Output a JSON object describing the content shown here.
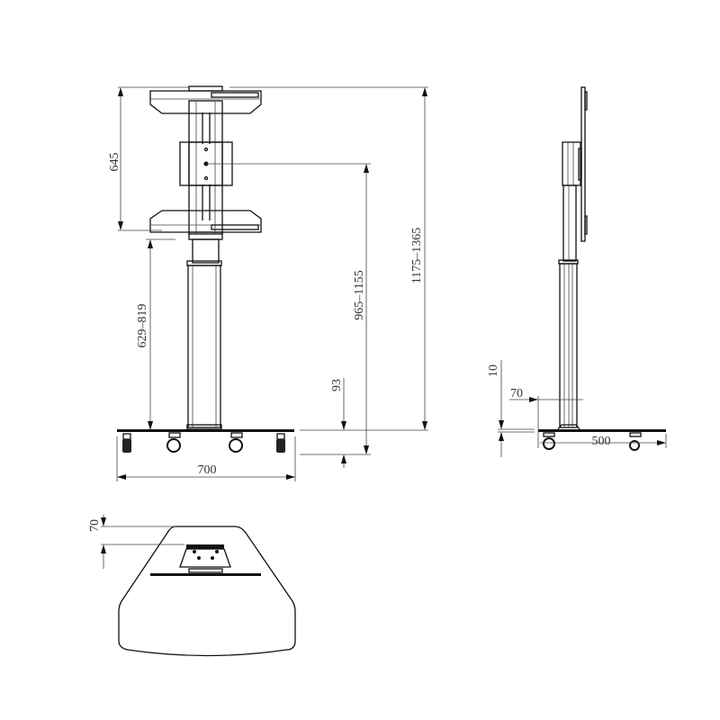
{
  "front_view": {
    "dimensions": {
      "bracket_height": "645",
      "bracket_bottom_height": "629–819",
      "center_height": "965–1155",
      "overall_height": "1175–1365",
      "base_clearance": "93",
      "base_width": "700"
    }
  },
  "side_view": {
    "dimensions": {
      "base_thickness": "10",
      "pole_offset": "70",
      "base_depth": "500"
    }
  },
  "top_view": {
    "dimensions": {
      "rear_offset": "70"
    }
  },
  "colors": {
    "line": "#111111",
    "text": "#333333",
    "background": "#ffffff"
  }
}
